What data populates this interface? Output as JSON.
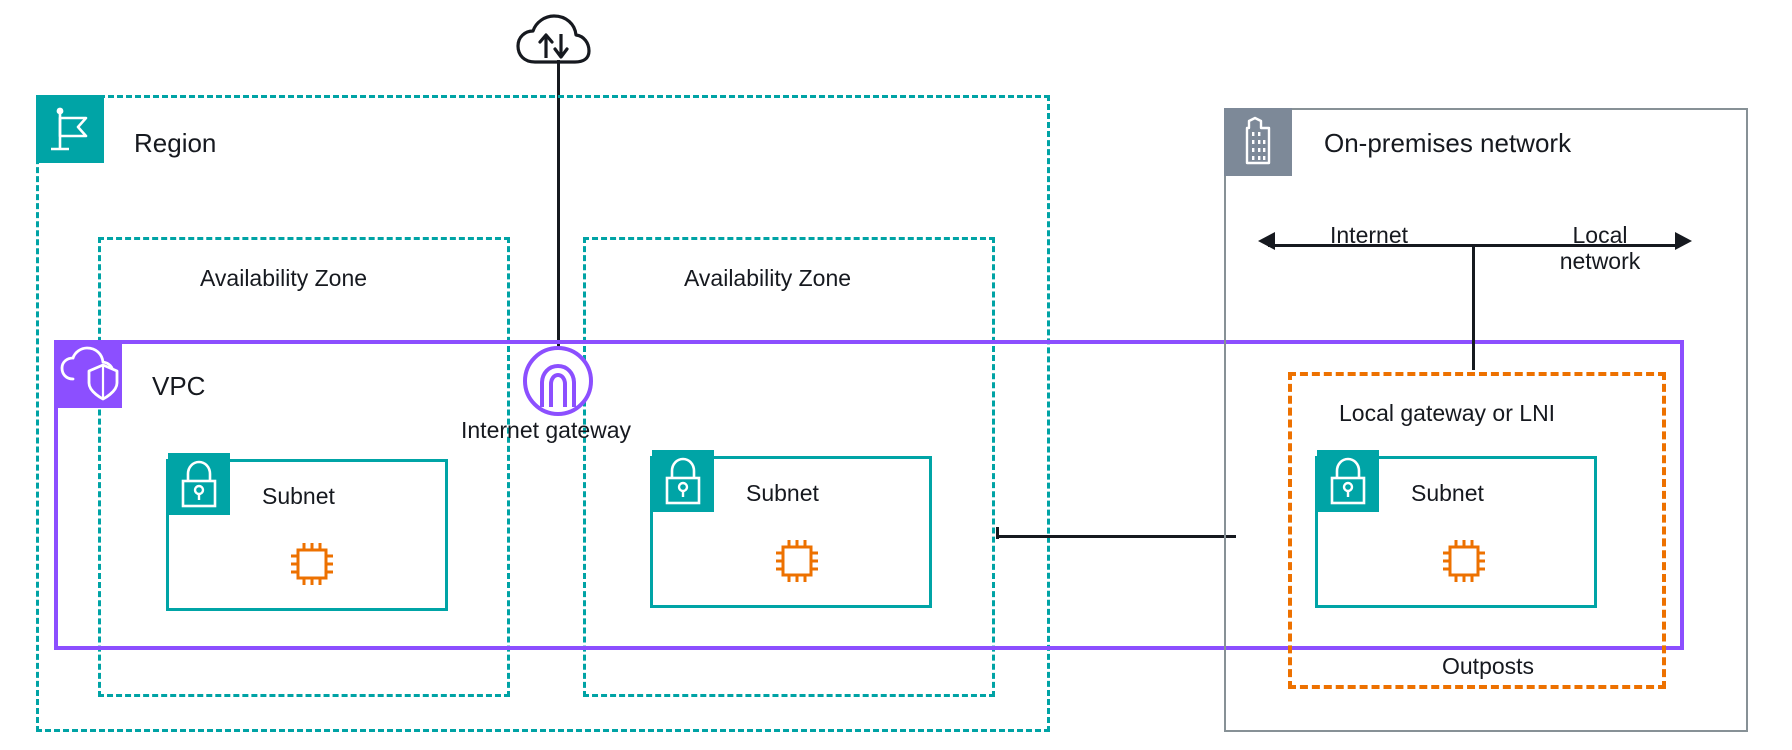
{
  "diagram": {
    "title": "AWS Outposts local gateway / LNI architecture",
    "colors": {
      "teal": "#00a4a6",
      "purple": "#8c4fff",
      "orange": "#ed7100",
      "gray": "#7d8998",
      "black": "#16191f"
    }
  },
  "region": {
    "label": "Region",
    "icon": "region-flag-icon"
  },
  "availability_zones": [
    {
      "label": "Availability Zone"
    },
    {
      "label": "Availability Zone"
    }
  ],
  "vpc": {
    "label": "VPC",
    "icon": "vpc-cloud-shield-icon"
  },
  "internet": {
    "cloud_icon": "internet-cloud-updown-arrows-icon"
  },
  "internet_gateway": {
    "label": "Internet gateway",
    "icon": "internet-gateway-icon"
  },
  "subnets": [
    {
      "label": "Subnet",
      "icon": "subnet-lock-icon",
      "instance_icon": "ec2-instance-chip-icon"
    },
    {
      "label": "Subnet",
      "icon": "subnet-lock-icon",
      "instance_icon": "ec2-instance-chip-icon"
    },
    {
      "label": "Subnet",
      "icon": "subnet-lock-icon",
      "instance_icon": "ec2-instance-chip-icon"
    }
  ],
  "on_premises": {
    "label": "On-premises network",
    "icon": "on-premises-building-icon"
  },
  "network_arrow": {
    "left_label": "Internet",
    "right_label": "Local\nnetwork"
  },
  "outposts": {
    "label": "Outposts",
    "gateway_label": "Local gateway or LNI"
  }
}
